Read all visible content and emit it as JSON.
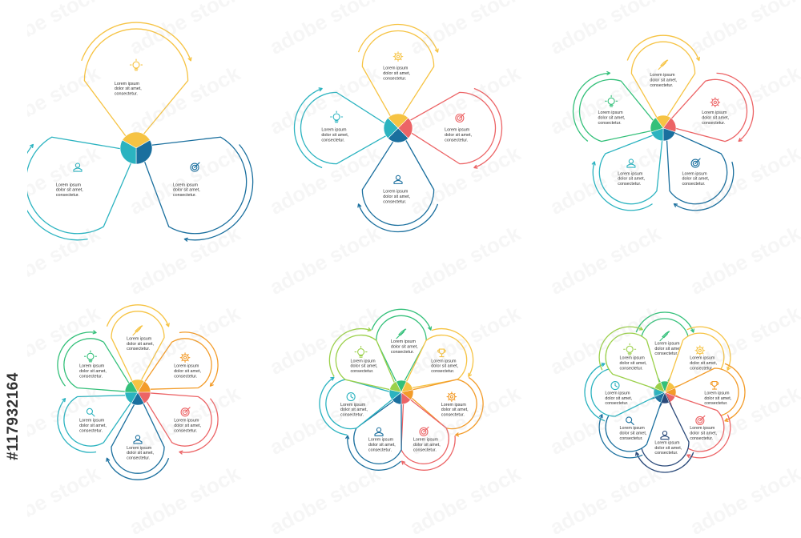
{
  "stock_id": "#117932164",
  "watermark_text": "adobe stock",
  "palette": {
    "yellow": "#f6c343",
    "orange": "#f39c2a",
    "red": "#ec6466",
    "teal": "#2bb3c0",
    "dark_blue": "#1a6f9e",
    "green": "#34c07a",
    "lime": "#9bd04a",
    "navy": "#2b4a7a"
  },
  "item_text": [
    "Lorem ipsum",
    "dolor sit amet,",
    "consectetur."
  ],
  "diagrams": [
    {
      "name": "three-petal",
      "petals": [
        {
          "color": "yellow",
          "icon": "lightbulb-icon"
        },
        {
          "color": "dark_blue",
          "icon": "target-icon"
        },
        {
          "color": "teal",
          "icon": "user-icon"
        }
      ]
    },
    {
      "name": "four-petal",
      "petals": [
        {
          "color": "yellow",
          "icon": "gear-icon"
        },
        {
          "color": "red",
          "icon": "target-icon"
        },
        {
          "color": "dark_blue",
          "icon": "user-icon"
        },
        {
          "color": "teal",
          "icon": "lightbulb-icon"
        }
      ]
    },
    {
      "name": "five-petal",
      "petals": [
        {
          "color": "yellow",
          "icon": "rocket-icon"
        },
        {
          "color": "red",
          "icon": "gear-icon"
        },
        {
          "color": "dark_blue",
          "icon": "target-icon"
        },
        {
          "color": "teal",
          "icon": "user-icon"
        },
        {
          "color": "green",
          "icon": "lightbulb-icon"
        }
      ]
    },
    {
      "name": "six-petal",
      "petals": [
        {
          "color": "yellow",
          "icon": "rocket-icon"
        },
        {
          "color": "orange",
          "icon": "gear-icon"
        },
        {
          "color": "red",
          "icon": "target-icon"
        },
        {
          "color": "dark_blue",
          "icon": "user-icon"
        },
        {
          "color": "teal",
          "icon": "search-icon"
        },
        {
          "color": "green",
          "icon": "lightbulb-icon"
        }
      ]
    },
    {
      "name": "seven-petal",
      "petals": [
        {
          "color": "green",
          "icon": "rocket-icon"
        },
        {
          "color": "yellow",
          "icon": "trophy-icon"
        },
        {
          "color": "orange",
          "icon": "gear-icon"
        },
        {
          "color": "red",
          "icon": "target-icon"
        },
        {
          "color": "dark_blue",
          "icon": "user-icon"
        },
        {
          "color": "teal",
          "icon": "clock-icon"
        },
        {
          "color": "lime",
          "icon": "lightbulb-icon"
        }
      ]
    },
    {
      "name": "eight-petal",
      "petals": [
        {
          "color": "green",
          "icon": "rocket-icon"
        },
        {
          "color": "yellow",
          "icon": "gear-icon"
        },
        {
          "color": "orange",
          "icon": "trophy-icon"
        },
        {
          "color": "red",
          "icon": "target-icon"
        },
        {
          "color": "navy",
          "icon": "user-icon"
        },
        {
          "color": "dark_blue",
          "icon": "search-icon"
        },
        {
          "color": "teal",
          "icon": "clock-icon"
        },
        {
          "color": "lime",
          "icon": "lightbulb-icon"
        }
      ]
    }
  ]
}
